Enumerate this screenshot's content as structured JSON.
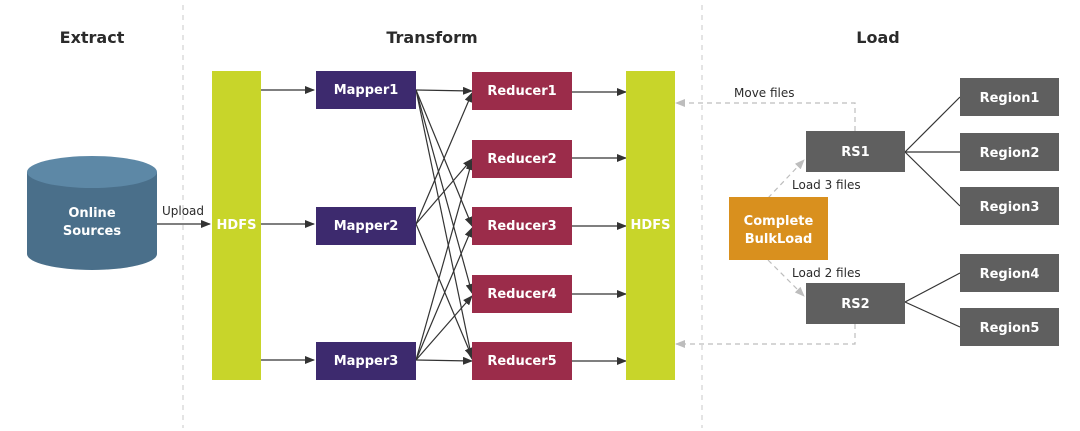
{
  "sections": {
    "extract": "Extract",
    "transform": "Transform",
    "load": "Load"
  },
  "colors": {
    "cylinder": "#4a6f8a",
    "cylinder_top": "#5d88a6",
    "hdfs": "#c8d52a",
    "mapper": "#3d2a6e",
    "reducer": "#9b2c4a",
    "bulkload": "#d9901e",
    "rs": "#5f5f5f",
    "region": "#5f5f5f",
    "line": "#333333",
    "dashed": "#bdbdbd"
  },
  "nodes": {
    "source": [
      "Online",
      "Sources"
    ],
    "hdfs_left": "HDFS",
    "hdfs_right": "HDFS",
    "mapper1": "Mapper1",
    "mapper2": "Mapper2",
    "mapper3": "Mapper3",
    "reducer1": "Reducer1",
    "reducer2": "Reducer2",
    "reducer3": "Reducer3",
    "reducer4": "Reducer4",
    "reducer5": "Reducer5",
    "bulkload": [
      "Complete",
      "BulkLoad"
    ],
    "rs1": "RS1",
    "rs2": "RS2",
    "region1": "Region1",
    "region2": "Region2",
    "region3": "Region3",
    "region4": "Region4",
    "region5": "Region5"
  },
  "edge_labels": {
    "upload": "Upload",
    "move_files": "Move files",
    "load3": "Load 3 files",
    "load2": "Load 2 files"
  }
}
